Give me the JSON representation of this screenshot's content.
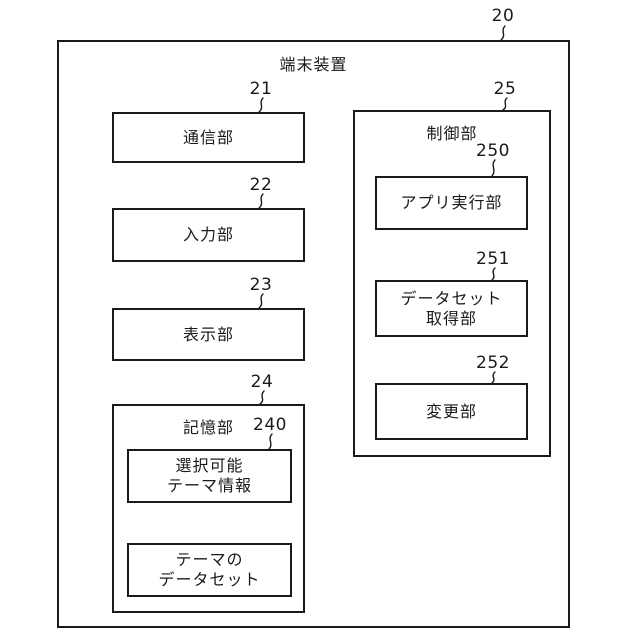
{
  "diagram": {
    "title": "端末装置",
    "outer_ref": "20",
    "left_blocks": [
      {
        "ref": "21",
        "label": "通信部"
      },
      {
        "ref": "22",
        "label": "入力部"
      },
      {
        "ref": "23",
        "label": "表示部"
      }
    ],
    "storage": {
      "ref": "24",
      "label": "記憶部",
      "children": [
        {
          "ref": "240",
          "label": "選択可能\nテーマ情報"
        },
        {
          "label": "テーマの\nデータセット"
        }
      ]
    },
    "control": {
      "ref": "25",
      "label": "制御部",
      "children": [
        {
          "ref": "250",
          "label": "アプリ実行部"
        },
        {
          "ref": "251",
          "label": "データセット\n取得部"
        },
        {
          "ref": "252",
          "label": "変更部"
        }
      ]
    }
  }
}
